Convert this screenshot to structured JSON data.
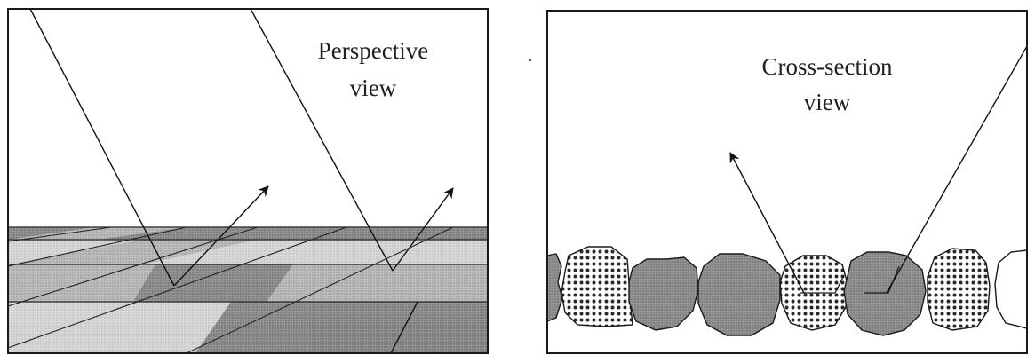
{
  "panels": [
    {
      "id": "perspective",
      "label_line1": "Perspective",
      "label_line2": "view"
    },
    {
      "id": "cross-section",
      "label_line1": "Cross-section",
      "label_line2": "view"
    }
  ],
  "colors": {
    "frame": "#1a1a1a",
    "light_gray": "#dcdcdc",
    "medium_gray": "#b8b8b8",
    "dark_gray": "#8e8e8e",
    "particle": "#959595",
    "dotted_particle_bg": "#ffffff",
    "dotted_particle_dot": "#2a2a2a"
  }
}
